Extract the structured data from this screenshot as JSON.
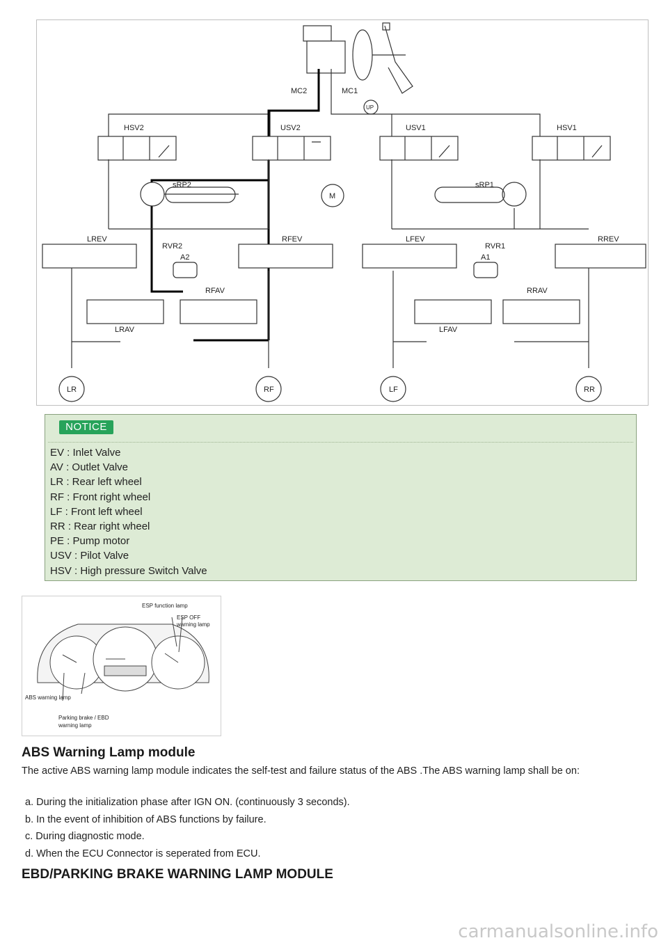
{
  "diagram": {
    "labels": {
      "MC2": "MC2",
      "MC1": "MC1",
      "UP": "UP",
      "HSV2": "HSV2",
      "USV2": "USV2",
      "USV1": "USV1",
      "HSV1": "HSV1",
      "sRP2": "sRP2",
      "sRP1": "sRP1",
      "M": "M",
      "LREV": "LREV",
      "RVR2": "RVR2",
      "RFEV": "RFEV",
      "LFEV": "LFEV",
      "RVR1": "RVR1",
      "RREV": "RREV",
      "A2": "A2",
      "A1": "A1",
      "RFAV": "RFAV",
      "RRAV": "RRAV",
      "LRAV": "LRAV",
      "LFAV": "LFAV",
      "LR": "LR",
      "RF": "RF",
      "LF": "LF",
      "RR": "RR"
    }
  },
  "notice": {
    "badge": "NOTICE",
    "items": [
      "EV : Inlet Valve",
      "AV : Outlet Valve",
      "LR : Rear left wheel",
      "RF : Front right wheel",
      "LF : Front left wheel",
      "RR : Rear right wheel",
      "PE : Pump motor",
      "USV : Pilot Valve",
      "HSV : High pressure Switch Valve"
    ]
  },
  "cluster": {
    "labels": {
      "esp_function": "ESP function lamp",
      "esp_off_1": "ESP OFF",
      "esp_off_2": "warning lamp",
      "abs_lamp": "ABS warning lamp",
      "parking_1": "Parking brake / EBD",
      "parking_2": "warning lamp"
    }
  },
  "abs_section": {
    "title": "ABS Warning Lamp module",
    "intro": "The active ABS warning lamp module indicates the self-test and failure status of the ABS .The ABS warning lamp shall be on:",
    "steps": [
      "a. During the initialization phase after IGN ON. (continuously 3 seconds).",
      "b. In the event of inhibition of ABS functions by failure.",
      "c. During diagnostic mode.",
      "d. When the ECU Connector is seperated from ECU."
    ]
  },
  "ebd_section": {
    "title": "EBD/PARKING BRAKE WARNING LAMP MODULE"
  },
  "footer": {
    "watermark": "carmanualsonline.info"
  }
}
